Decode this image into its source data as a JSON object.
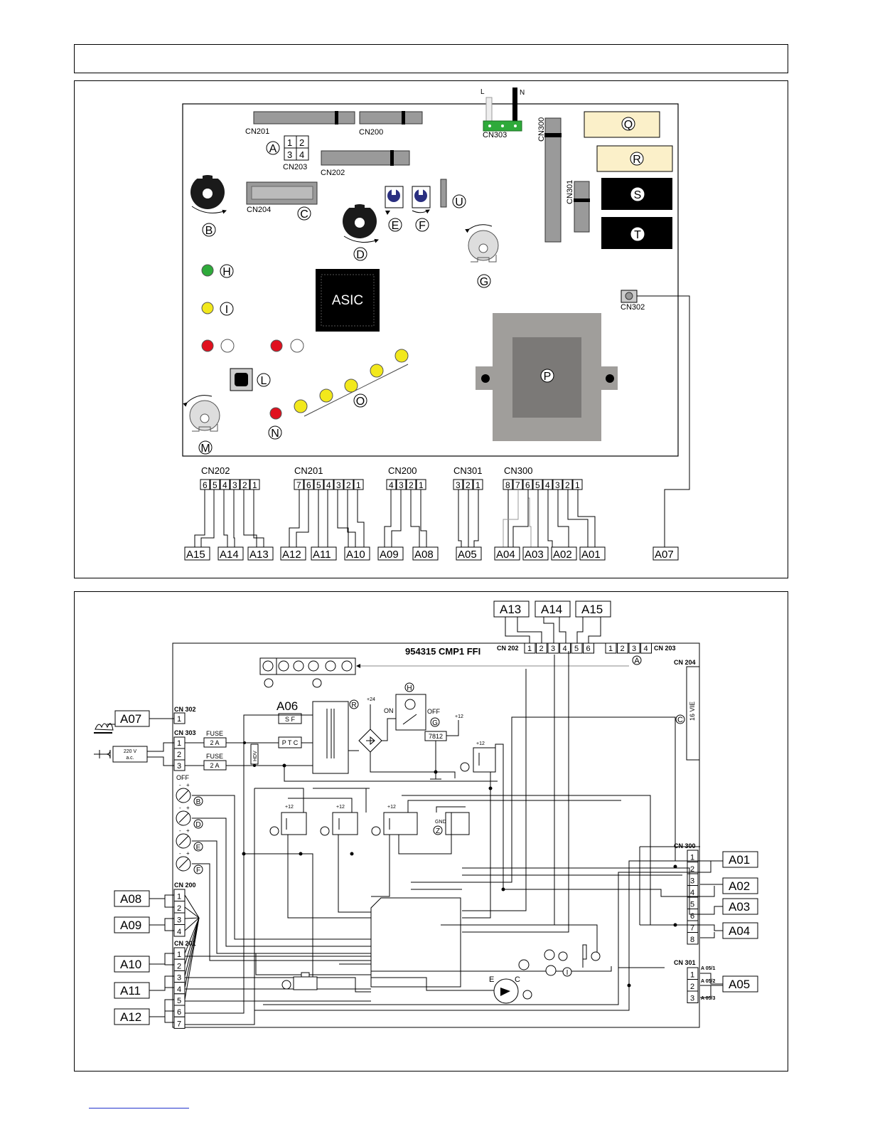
{
  "board": {
    "connectors": {
      "cn201": "CN201",
      "cn200": "CN200",
      "cn202": "CN202",
      "cn203": "CN203",
      "cn204": "CN204",
      "cn303": "CN303",
      "cn300": "CN300",
      "cn301": "CN301",
      "cn302": "CN302"
    },
    "power_leads": {
      "l": "L",
      "n": "N"
    },
    "cn203_pins": [
      "1",
      "2",
      "3",
      "4"
    ],
    "chip": "ASIC",
    "callouts": {
      "a": "A",
      "b": "B",
      "c": "C",
      "d": "D",
      "e": "E",
      "f": "F",
      "g": "G",
      "h": "H",
      "i": "I",
      "l": "L",
      "m": "M",
      "n": "N",
      "o": "O",
      "p": "P",
      "q": "Q",
      "r": "R",
      "s": "S",
      "t": "T",
      "u": "U"
    },
    "led_colors": {
      "green": "#2eaa3a",
      "yellow": "#f2e81c",
      "red": "#e0101e"
    }
  },
  "harness": {
    "groups": [
      {
        "label": "CN202",
        "pins": [
          "6",
          "5",
          "4",
          "3",
          "2",
          "1"
        ]
      },
      {
        "label": "CN201",
        "pins": [
          "7",
          "6",
          "5",
          "4",
          "3",
          "2",
          "1"
        ]
      },
      {
        "label": "CN200",
        "pins": [
          "4",
          "3",
          "2",
          "1"
        ]
      },
      {
        "label": "CN301",
        "pins": [
          "3",
          "2",
          "1"
        ]
      },
      {
        "label": "CN300",
        "pins": [
          "8",
          "7",
          "6",
          "5",
          "4",
          "3",
          "2",
          "1"
        ]
      }
    ],
    "terminals": [
      "A15",
      "A14",
      "A13",
      "A12",
      "A11",
      "A10",
      "A09",
      "A08",
      "A05",
      "A04",
      "A03",
      "A02",
      "A01",
      "A07"
    ]
  },
  "schematic": {
    "board_title": "954315 CMP1 FFI",
    "top_terminals": [
      "A13",
      "A14",
      "A15"
    ],
    "cn202": {
      "label": "CN 202",
      "pins": [
        "1",
        "2",
        "3",
        "4",
        "5",
        "6"
      ]
    },
    "cn203": {
      "label": "CN 203",
      "pins": [
        "1",
        "2",
        "3",
        "4"
      ],
      "callout": "A"
    },
    "cn204": {
      "label": "CN 204",
      "connector_text": "16 VIE",
      "callout": "C"
    },
    "cn302": {
      "label": "CN 302",
      "pins": [
        "1"
      ],
      "terminal": "A07"
    },
    "cn303": {
      "label": "CN 303",
      "pins": [
        "1",
        "2",
        "3"
      ],
      "supply": [
        "220 V",
        "a.c."
      ]
    },
    "fuses": [
      {
        "label": "FUSE",
        "rating": "2 A"
      },
      {
        "label": "FUSE",
        "rating": "2 A"
      }
    ],
    "components": {
      "a06": "A06",
      "sf": "S F",
      "ptc": "P T C",
      "hdv": "HDV",
      "regulator": "7812",
      "plus24": "+24",
      "plus12": "+12",
      "on": "ON",
      "off": "OFF",
      "gnd": "GND",
      "transformer_callout": "R",
      "switch_callout": "H",
      "switch_callout2": "G",
      "relay_callout": "Z"
    },
    "pots": {
      "off": "OFF",
      "plus": "+",
      "minus": "-",
      "callouts": [
        "B",
        "D",
        "E",
        "F"
      ]
    },
    "cn200": {
      "label": "CN 200",
      "pins": [
        "1",
        "2",
        "3",
        "4"
      ],
      "terminals": [
        "A08",
        "A09"
      ]
    },
    "cn201": {
      "label": "CN 201",
      "pins": [
        "1",
        "2",
        "3",
        "4",
        "5",
        "6",
        "7"
      ],
      "terminals": [
        "A10",
        "A11",
        "A12"
      ]
    },
    "cn300": {
      "label": "CN 300",
      "pins": [
        "1",
        "2",
        "3",
        "4",
        "5",
        "6",
        "7",
        "8"
      ],
      "terminals": [
        "A01",
        "A02",
        "A03",
        "A04"
      ]
    },
    "cn301": {
      "label": "CN 301",
      "pins": [
        "1",
        "2",
        "3"
      ],
      "pin_labels": [
        "A 05/1",
        "A 05/2",
        "A 05/3"
      ],
      "terminal": "A05"
    },
    "led_callouts": {
      "i": "I",
      "pump_e": "E",
      "pump_c": "C"
    }
  }
}
